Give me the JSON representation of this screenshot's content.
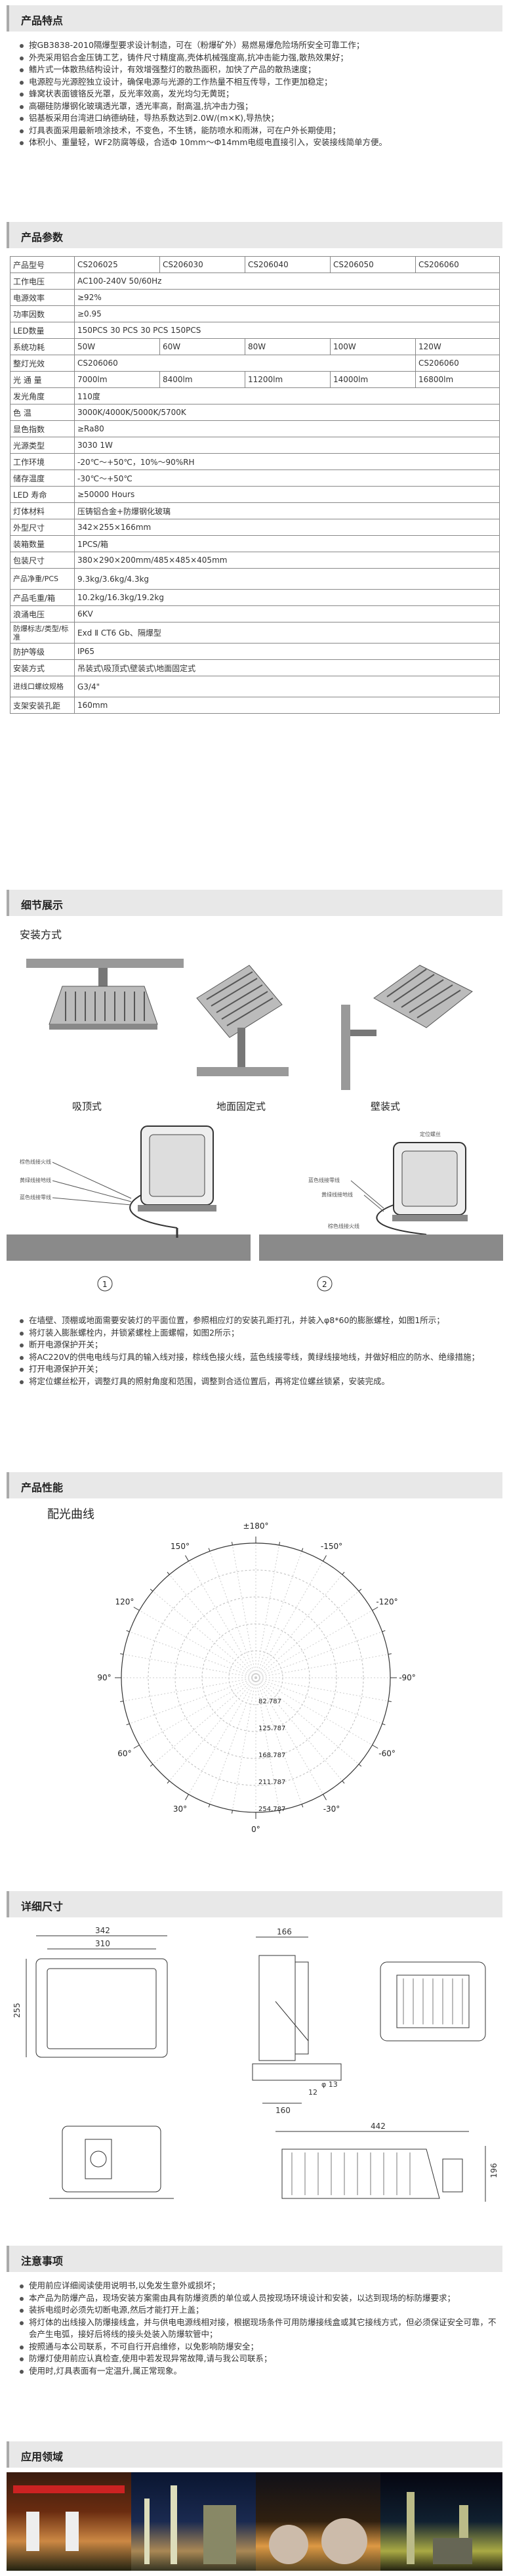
{
  "sections": {
    "features": "产品特点",
    "params": "产品参数",
    "details": "细节展示",
    "performance": "产品性能",
    "dimensions": "详细尺寸",
    "notes": "注意事项",
    "applications": "应用领域"
  },
  "features": [
    "按GB3838-2010隔爆型要求设计制造，可在（粉爆矿外）易燃易爆危险场所安全可靠工作；",
    "外壳采用铝合金压铸工艺，铸件尺寸精度高,壳体机械强度高,抗冲击能力强,散热效果好；",
    "鳍片式一体散热结构设计，有效增强整灯的散热面积，加快了产品的散热速度；",
    "电源腔与光源腔独立设计，确保电源与光源的工作热量不相互传导，工作更加稳定；",
    "蜂窝状表面镀铬反光罩，反光率效高，发光均匀无黄斑；",
    "高硼硅防爆钢化玻璃透光罩，透光率高，耐高温,抗冲击力强；",
    "铝基板采用台湾进口纳德纳硅，导热系数达到2.0W/(m×K),导热快；",
    "灯具表面采用最新喷涂技术，不变色，不生锈，能防喷水和雨淋，可在户外长期使用；",
    "体积小、重量轻，WF2防腐等级，合适Ф 10mm～Ф14mm电缆电直接引入，安装接线简单方便。"
  ],
  "spec": {
    "model_label": "产品型号",
    "models": [
      "CS206025",
      "CS206030",
      "CS206040",
      "CS206050",
      "CS206060"
    ],
    "rows": [
      {
        "label": "工作电压",
        "value": "AC100-240V 50/60Hz"
      },
      {
        "label": "电源效率",
        "value": "≥92%"
      },
      {
        "label": "功率因数",
        "value": "≥0.95"
      },
      {
        "label": "LED数量",
        "value": "150PCS     30 PCS     30 PCS   150PCS"
      }
    ],
    "power_label": "系统功耗",
    "powers": [
      "50W",
      "60W",
      "80W",
      "100W",
      "120W"
    ],
    "efficacy_label": "整灯光效",
    "efficacy_left": "CS206060",
    "efficacy_right": "CS206060",
    "flux_label": "光 通 量",
    "fluxes": [
      "7000lm",
      "8400lm",
      "11200lm",
      "14000lm",
      "16800lm"
    ],
    "rows2": [
      {
        "label": "发光角度",
        "value": "110度"
      },
      {
        "label": "色    温",
        "value": "3000K/4000K/5000K/5700K"
      },
      {
        "label": "显色指数",
        "value": "≥Ra80"
      },
      {
        "label": "光源类型",
        "value": "3030 1W"
      },
      {
        "label": "工作环境",
        "value": "-20℃～+50℃，10%～90%RH"
      },
      {
        "label": "储存温度",
        "value": "-30℃～+50℃"
      },
      {
        "label": "LED 寿命",
        "value": "≥50000 Hours"
      },
      {
        "label": "灯体材料",
        "value": "压铸铝合金+防爆钢化玻璃"
      },
      {
        "label": "外型尺寸",
        "value": "342×255×166mm"
      },
      {
        "label": "装箱数量",
        "value": "1PCS/箱"
      },
      {
        "label": "包装尺寸",
        "value": "380×290×200mm/485×485×405mm"
      },
      {
        "label": "产品净重/PCS",
        "value": "9.3kg/3.6kg/4.3kg"
      },
      {
        "label": "产品毛重/箱",
        "value": "10.2kg/16.3kg/19.2kg"
      },
      {
        "label": "浪涌电压",
        "value": "6KV"
      },
      {
        "label": "防爆标志/类型/标准",
        "value": "Exd  Ⅱ CT6 Gb、隔爆型"
      },
      {
        "label": "防护等级",
        "value": "IP65"
      },
      {
        "label": "安装方式",
        "value": "吊装式\\吸顶式\\壁装式\\地面固定式"
      },
      {
        "label": "进线口螺纹规格",
        "value": "G3/4\""
      },
      {
        "label": "支架安装孔距",
        "value": "160mm"
      }
    ]
  },
  "install": {
    "heading": "安装方式",
    "labels": [
      "吸顶式",
      "地面固定式",
      "壁装式"
    ],
    "wire_labels_left": [
      "棕色线接火线",
      "黄绿线接地线",
      "蓝色线接零线"
    ],
    "wire_labels_right": [
      "定位螺丝",
      "蓝色线接零线",
      "黄绿线接地线",
      "棕色线接火线"
    ],
    "step_numbers": [
      "1",
      "2"
    ]
  },
  "install_steps": [
    "在墙壁、顶棚或地面需要安装灯的平面位置，参照相应灯的安装孔距打孔，并装入φ8*60的膨胀螺栓，如图1所示；",
    "将灯装入膨胀螺栓内，并锁紧螺栓上面螺帽，如图2所示；",
    "断开电源保护开关；",
    "将AC220V的供电电线与灯具的输入线对接，棕线色接火线，蓝色线接零线，黄绿线接地线，并做好相应的防水、绝缘措施；",
    "打开电源保护开关；",
    "将定位螺丝松开，调整灯具的照射角度和范围，调整到合适位置后，再将定位螺丝锁紧，安装完成。"
  ],
  "polar": {
    "title": "配光曲线",
    "angles": [
      "±180°",
      "-150°",
      "150°",
      "-120°",
      "120°",
      "-90°",
      "90°",
      "-60°",
      "60°",
      "-30°",
      "30°",
      "0°"
    ],
    "radial": [
      "82.787",
      "125.787",
      "168.787",
      "211.787",
      "254.787"
    ]
  },
  "dims": {
    "front": [
      "342",
      "310",
      "255"
    ],
    "side": [
      "166",
      "φ 13",
      "12",
      "160"
    ],
    "top": [
      "442",
      "196"
    ]
  },
  "notes": [
    "使用前应详细阅读使用说明书,以免发生意外或损坏；",
    "本产品为防爆产品，现场安装方案需由具有防爆资质的单位或人员按现场环境设计和安装，以达到现场的标防爆要求；",
    "装拆电缆时必须先切断电源,然后才能打开上盖；",
    "将灯体的出线接入防爆接线盒，并与供电电源线相对接，根据现场条件可用防爆接线盒或其它接线方式，但必须保证安全可靠，不会产生电弧，接好后将线的接头处装入防爆软管中；",
    "按照通与本公司联系，不可自行开启维修，以免影响防爆安全；",
    "防爆灯使用前应认真检查,使用中若发现异常故障,请与我公司联系；",
    "使用时,灯具表面有一定温升,属正常现象。"
  ],
  "colors": {
    "section_bg": "#e8e8e8",
    "curve_red": "#d22",
    "curve_blue": "#22d",
    "curve_purple": "#a2a"
  }
}
